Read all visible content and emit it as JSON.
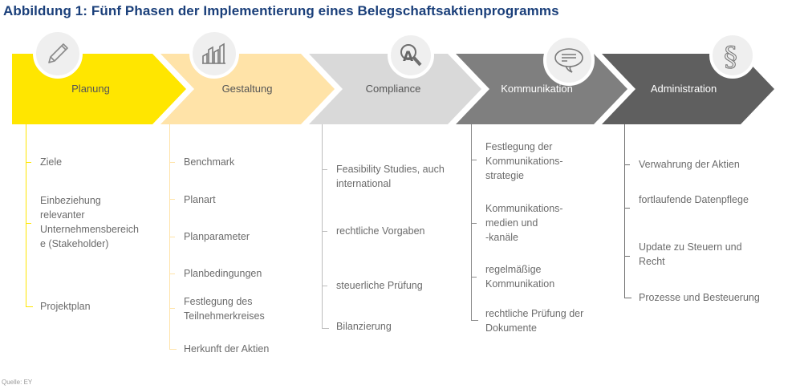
{
  "title": "Abbildung 1: Fünf Phasen der Implementierung eines Belegschaftsaktienprogramms",
  "source": "Quelle: EY",
  "colors": {
    "title": "#1a3f7a",
    "planung": "#ffe600",
    "gestaltung": "#ffe3a8",
    "compliance": "#d9d9d9",
    "kommunikation": "#7f7f7f",
    "administration": "#5f5f5f",
    "text_gray": "#6b6b6b"
  },
  "phases": [
    {
      "label": "Planung",
      "icon": "pencil-icon",
      "items": [
        "Ziele",
        "Einbeziehung\nrelevanter\nUnternehmensbereich\ne (Stakeholder)",
        "Projektplan"
      ]
    },
    {
      "label": "Gestaltung",
      "icon": "bar-chart-icon",
      "items": [
        "Benchmark",
        "Planart",
        "Planparameter",
        "Planbedingungen",
        "Festlegung des\nTeilnehmerkreises",
        "Herkunft der Aktien"
      ]
    },
    {
      "label": "Compliance",
      "icon": "magnifier-icon",
      "items": [
        "Feasibility Studies, auch\ninternational",
        "rechtliche Vorgaben",
        "steuerliche Prüfung",
        "Bilanzierung"
      ]
    },
    {
      "label": "Kommunikation",
      "icon": "speech-bubble-icon",
      "items": [
        "Festlegung der\nKommunikations-\nstrategie",
        "Kommunikations-\nmedien und\n-kanäle",
        "regelmäßige\nKommunikation",
        "rechtliche Prüfung der\nDokumente"
      ]
    },
    {
      "label": "Administration",
      "icon": "paragraph-icon",
      "items": [
        "Verwahrung der Aktien",
        "fortlaufende Datenpflege",
        "Update zu Steuern und\nRecht",
        "Prozesse und Besteuerung"
      ]
    }
  ]
}
